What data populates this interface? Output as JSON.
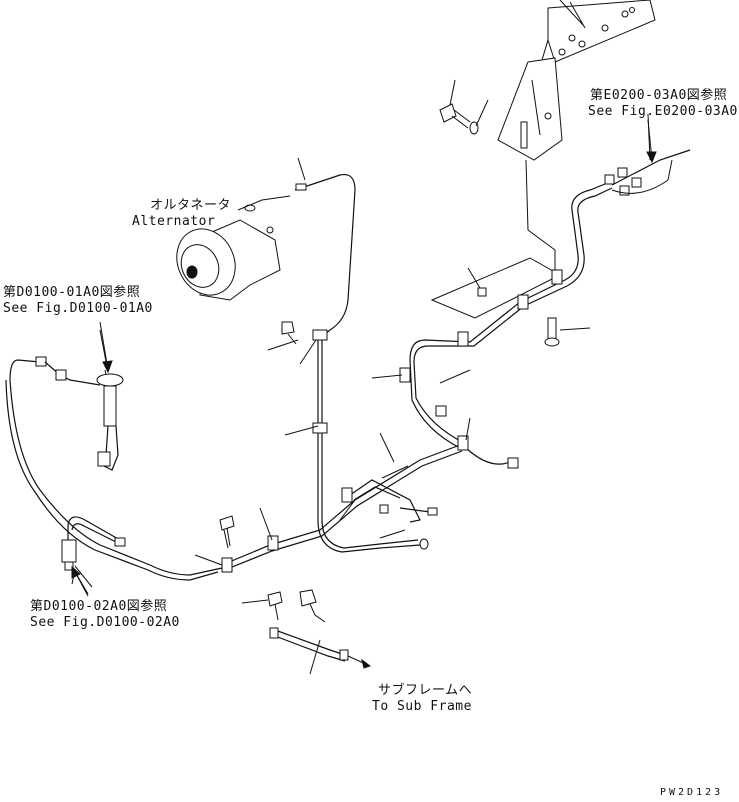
{
  "labels": {
    "alternator_jp": "オルタネータ",
    "alternator_en": "Alternator",
    "ref_e0200_jp": "第E0200-03A0図参照",
    "ref_e0200_en": "See Fig.E0200-03A0",
    "ref_d0100_01_jp": "第D0100-01A0図参照",
    "ref_d0100_01_en": "See Fig.D0100-01A0",
    "ref_d0100_02_jp": "第D0100-02A0図参照",
    "ref_d0100_02_en": "See Fig.D0100-02A0",
    "subframe_jp": "サブフレームへ",
    "subframe_en": "To Sub Frame",
    "figure_code": "PW2D123"
  }
}
